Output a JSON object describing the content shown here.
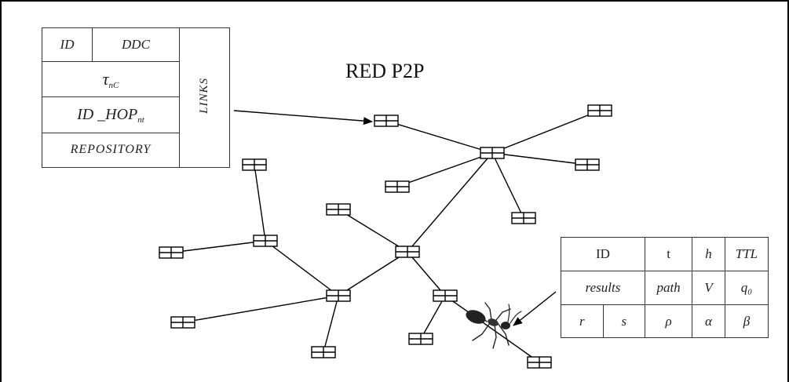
{
  "title": "RED P2P",
  "node_table": {
    "id": "ID",
    "ddc": "DDC",
    "tau_base": "τ",
    "tau_sub": "nC",
    "hop_base": "ID _HOP",
    "hop_sub": "nt",
    "repository": "REPOSITORY",
    "links": "LINKS"
  },
  "ant_table": {
    "row1": [
      "ID",
      "t",
      "h",
      "TTL"
    ],
    "row2": [
      "results",
      "path",
      "V",
      "q₀"
    ],
    "row3": [
      "r",
      "s",
      "ρ",
      "α",
      "β"
    ]
  }
}
